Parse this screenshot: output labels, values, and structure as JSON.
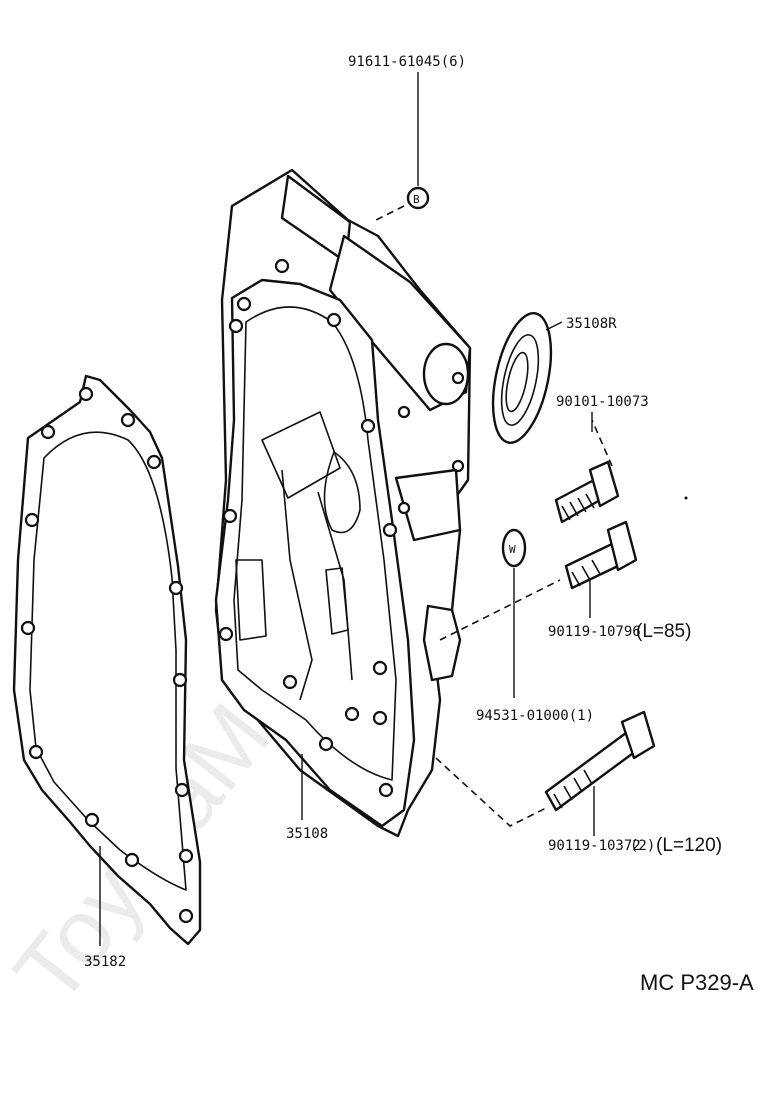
{
  "labels": {
    "bolt_top": "91611-61045(6)",
    "oil_seal": "35108R",
    "bolt_short": "90101-10073",
    "bolt_medium": "90119-10796",
    "bolt_medium_length": "(L=85)",
    "washer": "94531-01000(1)",
    "bolt_long": "90119-10372",
    "bolt_long_qty": "(2)",
    "bolt_long_length": "(L=120)",
    "housing": "35108",
    "gasket": "35182"
  },
  "markers": {
    "bolt_marker": "B",
    "washer_marker": "W"
  },
  "diagram_ref": "MC P329-A",
  "watermark": "ToyotaMine.ru"
}
